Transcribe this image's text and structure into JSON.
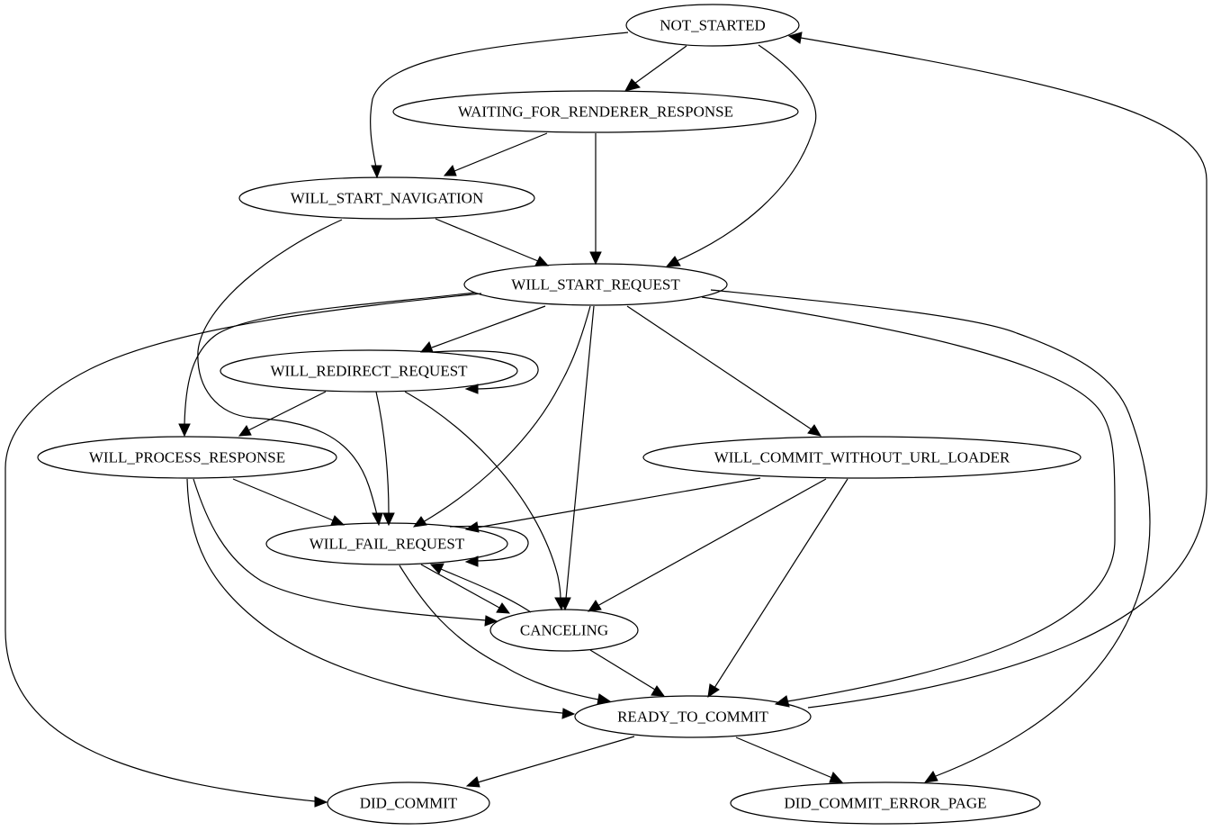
{
  "diagram": {
    "type": "state-machine",
    "text_color": "#000000",
    "background": "#ffffff",
    "nodes": {
      "not_started": "NOT_STARTED",
      "waiting_for_renderer_response": "WAITING_FOR_RENDERER_RESPONSE",
      "will_start_navigation": "WILL_START_NAVIGATION",
      "will_start_request": "WILL_START_REQUEST",
      "will_redirect_request": "WILL_REDIRECT_REQUEST",
      "will_process_response": "WILL_PROCESS_RESPONSE",
      "will_commit_without_url_loader": "WILL_COMMIT_WITHOUT_URL_LOADER",
      "will_fail_request": "WILL_FAIL_REQUEST",
      "canceling": "CANCELING",
      "ready_to_commit": "READY_TO_COMMIT",
      "did_commit": "DID_COMMIT",
      "did_commit_error_page": "DID_COMMIT_ERROR_PAGE"
    },
    "edges": [
      {
        "from": "NOT_STARTED",
        "to": "WAITING_FOR_RENDERER_RESPONSE"
      },
      {
        "from": "NOT_STARTED",
        "to": "WILL_START_NAVIGATION"
      },
      {
        "from": "NOT_STARTED",
        "to": "WILL_START_REQUEST"
      },
      {
        "from": "WAITING_FOR_RENDERER_RESPONSE",
        "to": "WILL_START_NAVIGATION"
      },
      {
        "from": "WAITING_FOR_RENDERER_RESPONSE",
        "to": "WILL_START_REQUEST"
      },
      {
        "from": "WILL_START_NAVIGATION",
        "to": "WILL_START_REQUEST"
      },
      {
        "from": "WILL_START_NAVIGATION",
        "to": "WILL_FAIL_REQUEST"
      },
      {
        "from": "WILL_START_REQUEST",
        "to": "WILL_REDIRECT_REQUEST"
      },
      {
        "from": "WILL_START_REQUEST",
        "to": "WILL_PROCESS_RESPONSE"
      },
      {
        "from": "WILL_START_REQUEST",
        "to": "WILL_COMMIT_WITHOUT_URL_LOADER"
      },
      {
        "from": "WILL_START_REQUEST",
        "to": "WILL_FAIL_REQUEST"
      },
      {
        "from": "WILL_START_REQUEST",
        "to": "CANCELING"
      },
      {
        "from": "WILL_START_REQUEST",
        "to": "READY_TO_COMMIT"
      },
      {
        "from": "WILL_START_REQUEST",
        "to": "DID_COMMIT"
      },
      {
        "from": "WILL_START_REQUEST",
        "to": "DID_COMMIT_ERROR_PAGE"
      },
      {
        "from": "WILL_REDIRECT_REQUEST",
        "to": "WILL_REDIRECT_REQUEST"
      },
      {
        "from": "WILL_REDIRECT_REQUEST",
        "to": "WILL_PROCESS_RESPONSE"
      },
      {
        "from": "WILL_REDIRECT_REQUEST",
        "to": "WILL_FAIL_REQUEST"
      },
      {
        "from": "WILL_REDIRECT_REQUEST",
        "to": "CANCELING"
      },
      {
        "from": "WILL_PROCESS_RESPONSE",
        "to": "WILL_FAIL_REQUEST"
      },
      {
        "from": "WILL_PROCESS_RESPONSE",
        "to": "CANCELING"
      },
      {
        "from": "WILL_PROCESS_RESPONSE",
        "to": "READY_TO_COMMIT"
      },
      {
        "from": "WILL_COMMIT_WITHOUT_URL_LOADER",
        "to": "WILL_FAIL_REQUEST"
      },
      {
        "from": "WILL_COMMIT_WITHOUT_URL_LOADER",
        "to": "CANCELING"
      },
      {
        "from": "WILL_COMMIT_WITHOUT_URL_LOADER",
        "to": "READY_TO_COMMIT"
      },
      {
        "from": "WILL_FAIL_REQUEST",
        "to": "WILL_FAIL_REQUEST"
      },
      {
        "from": "WILL_FAIL_REQUEST",
        "to": "CANCELING"
      },
      {
        "from": "WILL_FAIL_REQUEST",
        "to": "READY_TO_COMMIT"
      },
      {
        "from": "CANCELING",
        "to": "WILL_FAIL_REQUEST"
      },
      {
        "from": "CANCELING",
        "to": "READY_TO_COMMIT"
      },
      {
        "from": "READY_TO_COMMIT",
        "to": "NOT_STARTED"
      },
      {
        "from": "READY_TO_COMMIT",
        "to": "DID_COMMIT"
      },
      {
        "from": "READY_TO_COMMIT",
        "to": "DID_COMMIT_ERROR_PAGE"
      }
    ]
  }
}
